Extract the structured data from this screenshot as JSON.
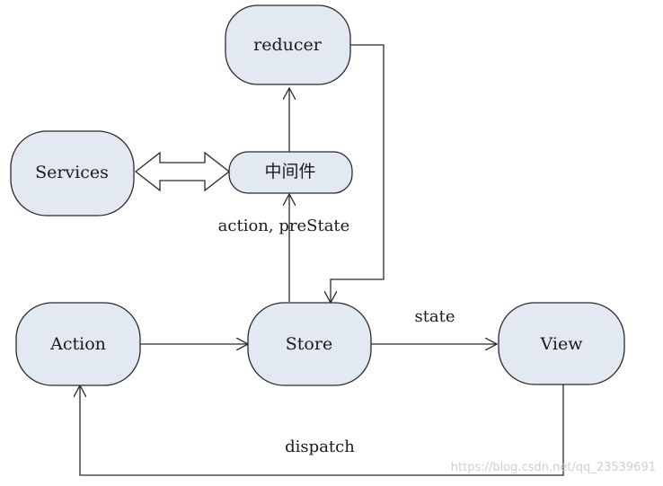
{
  "colors": {
    "node_fill": "#e3e9f3",
    "stroke": "#2a2a2a",
    "background": "#ffffff",
    "watermark": "#cfcfcf"
  },
  "nodes": {
    "reducer": "reducer",
    "services": "Services",
    "middleware": "中间件",
    "action": "Action",
    "store": "Store",
    "view": "View"
  },
  "edge_labels": {
    "action_prestate": "action, preState",
    "state": "state",
    "dispatch": "dispatch"
  },
  "watermark": "https://blog.csdn.net/qq_23539691"
}
